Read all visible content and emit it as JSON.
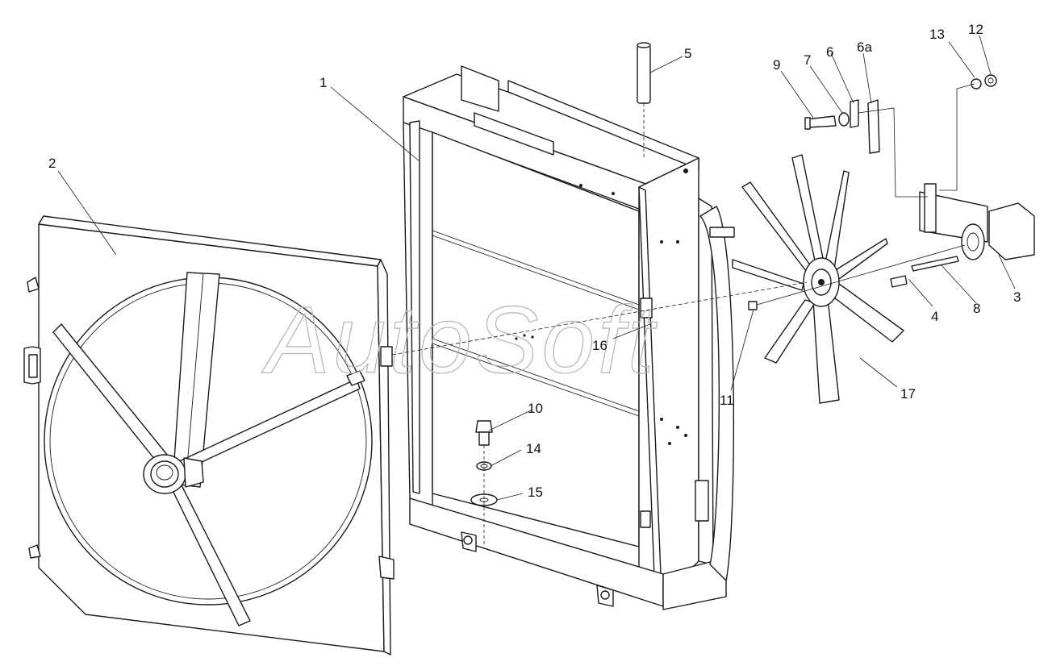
{
  "watermark": "AutoSoft",
  "callouts": {
    "c1": "1",
    "c2": "2",
    "c3": "3",
    "c4": "4",
    "c5": "5",
    "c6": "6",
    "c6a": "6a",
    "c7": "7",
    "c8": "8",
    "c9": "9",
    "c10": "10",
    "c11": "11",
    "c12": "12",
    "c13": "13",
    "c14": "14",
    "c15": "15",
    "c16": "16",
    "c17": "17"
  },
  "colors": {
    "line": "#1a1a1a",
    "watermark": "#b8b8b8",
    "background": "#ffffff"
  }
}
